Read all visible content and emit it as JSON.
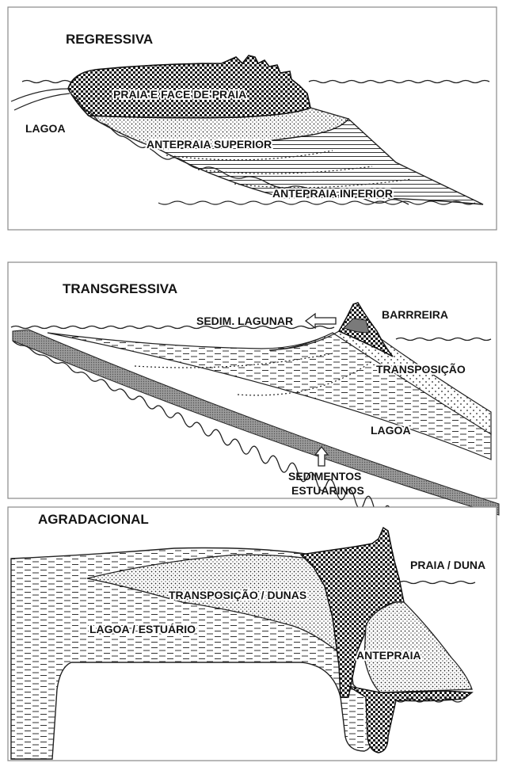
{
  "panels": [
    {
      "title": "REGRESSIVA",
      "labels": {
        "beach": "PRAIA E FACE DE PRAIA",
        "lagoon": "LAGOA",
        "upper_shoreface": "ANTEPRAIA SUPERIOR",
        "lower_shoreface": "ANTEPRAIA INFERIOR"
      }
    },
    {
      "title": "TRANSGRESSIVA",
      "labels": {
        "lagoon_sediment": "SEDIM. LAGUNAR",
        "barrier": "BARRREIRA",
        "overwash": "TRANSPOSIÇÃO",
        "lagoon": "LAGOA",
        "estuarine_line1": "SEDIMENTOS",
        "estuarine_line2": "ESTUARINOS"
      }
    },
    {
      "title": "AGRADACIONAL",
      "labels": {
        "beach_dune": "PRAIA / DUNA",
        "overwash_dunes": "TRANSPOSIÇÃO / DUNAS",
        "lagoon_estuary": "LAGOA / ESTUÁRIO",
        "shoreface": "ANTEPRAIA"
      }
    }
  ]
}
